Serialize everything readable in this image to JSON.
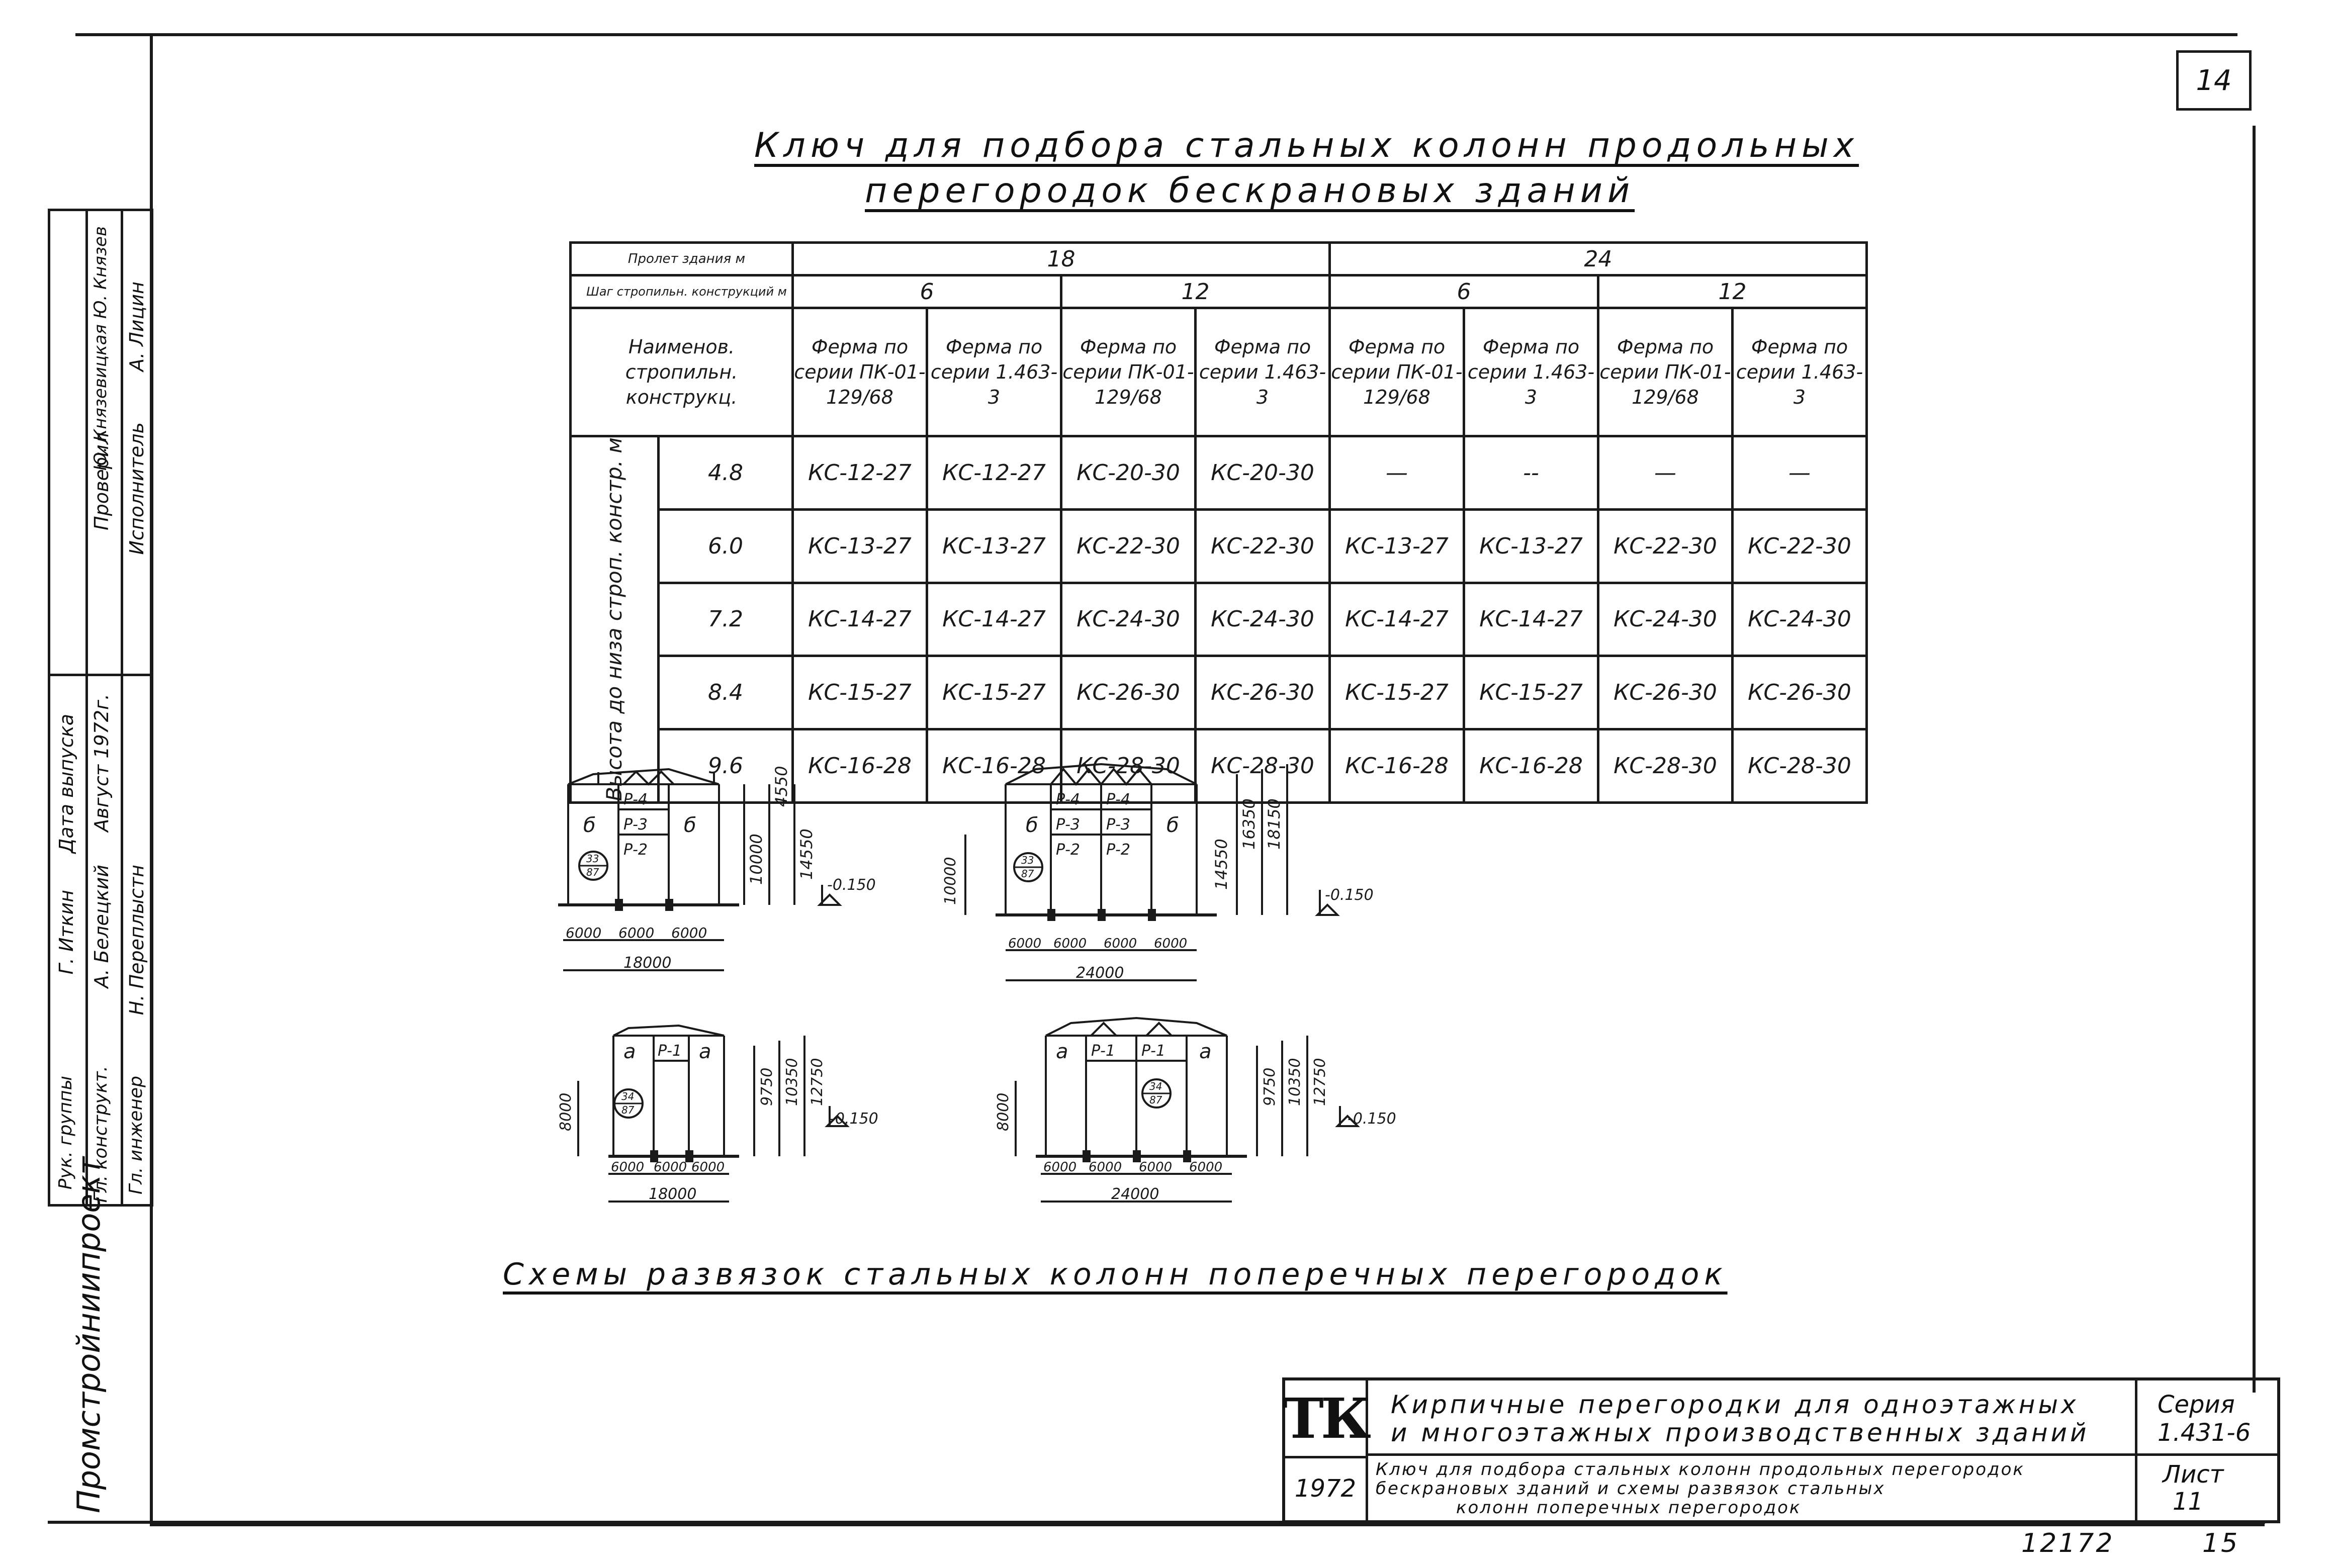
{
  "sheet": {
    "number_top": "14",
    "bottom_number": "12172",
    "bottom_page": "15"
  },
  "title": {
    "line1": "Ключ для подбора стальных колонн продольных",
    "line2": "перегородок бескрановых зданий"
  },
  "table": {
    "h_span_label": "Пролет здания м",
    "h_step_label": "Шаг стропильн. конструкций м",
    "h_name_label": "Наименов. стропильн. конструкц.",
    "h_height_label": "Высота до низа строп. констр. м",
    "span_18": "18",
    "span_24": "24",
    "step_6": "6",
    "step_12": "12",
    "truss_headers": [
      "Ферма по серии ПК-01-129/68",
      "Ферма по серии 1.463-3",
      "Ферма по серии ПК-01-129/68",
      "Ферма по серии 1.463-3",
      "Ферма по серии ПК-01-129/68",
      "Ферма по серии 1.463-3",
      "Ферма по серии ПК-01-129/68",
      "Ферма по серии 1.463-3"
    ],
    "rows": [
      {
        "h": "4.8",
        "c": [
          "КС-12-27",
          "КС-12-27",
          "КС-20-30",
          "КС-20-30",
          "—",
          "--",
          "—",
          "—"
        ]
      },
      {
        "h": "6.0",
        "c": [
          "КС-13-27",
          "КС-13-27",
          "КС-22-30",
          "КС-22-30",
          "КС-13-27",
          "КС-13-27",
          "КС-22-30",
          "КС-22-30"
        ]
      },
      {
        "h": "7.2",
        "c": [
          "КС-14-27",
          "КС-14-27",
          "КС-24-30",
          "КС-24-30",
          "КС-14-27",
          "КС-14-27",
          "КС-24-30",
          "КС-24-30"
        ]
      },
      {
        "h": "8.4",
        "c": [
          "КС-15-27",
          "КС-15-27",
          "КС-26-30",
          "КС-26-30",
          "КС-15-27",
          "КС-15-27",
          "КС-26-30",
          "КС-26-30"
        ]
      },
      {
        "h": "9.6",
        "c": [
          "КС-16-28",
          "КС-16-28",
          "КС-28-30",
          "КС-28-30",
          "КС-16-28",
          "КС-16-28",
          "КС-28-30",
          "КС-28-30"
        ]
      }
    ]
  },
  "schemes": {
    "caption": "Схемы развязок стальных колонн поперечных перегородок",
    "s1": {
      "l1": "б",
      "l2": "б",
      "p_top": "Р-4",
      "p_mid": "Р-3",
      "p_bot": "Р-2",
      "node_t": "33",
      "node_b": "87",
      "h1": "10000",
      "h2": "4550",
      "h3": "14550",
      "mark": "-0.150",
      "d1": "6000",
      "d2": "6000",
      "d3": "6000",
      "total": "18000"
    },
    "s2": {
      "l1": "б",
      "l2": "б",
      "p_top": "Р-4",
      "p_mid": "Р-3",
      "p_bot": "Р-2",
      "p_top2": "Р-4",
      "p_mid2": "Р-3",
      "p_bot2": "Р-2",
      "node_t": "33",
      "node_b": "87",
      "h1": "10000",
      "h2": "14550",
      "h3": "16350",
      "h4": "18150",
      "mark": "-0.150",
      "d1": "6000",
      "d2": "6000",
      "d3": "6000",
      "d4": "6000",
      "total": "24000"
    },
    "s3": {
      "l1": "а",
      "l2": "а",
      "p": "Р-1",
      "node_t": "34",
      "node_b": "87",
      "h1": "8000",
      "h2": "9750",
      "h3": "10350",
      "h4": "12750",
      "mark": "-0.150",
      "d1": "6000",
      "d2": "6000",
      "d3": "6000",
      "total": "18000"
    },
    "s4": {
      "l1": "а",
      "l2": "а",
      "p": "Р-1",
      "p2": "Р-1",
      "node_t": "34",
      "node_b": "87",
      "h1": "8000",
      "h2": "9750",
      "h3": "10350",
      "h4": "12750",
      "mark": "-0.150",
      "d1": "6000",
      "d2": "6000",
      "d3": "6000",
      "d4": "6000",
      "total": "24000"
    }
  },
  "stamp": {
    "logo": "ТК",
    "year": "1972",
    "title1": "Кирпичные перегородки для одноэтажных",
    "title2": "и многоэтажных производственных зданий",
    "sub1": "Ключ для подбора стальных колонн продольных перегородок",
    "sub2": "бескрановых зданий и схемы развязок стальных",
    "sub3": "колонн поперечных перегородок",
    "series_label": "Серия",
    "series_value": "1.431-6",
    "sheet_label": "Лист",
    "sheet_value": "11"
  },
  "sidebar": {
    "org": "Промстройниипроект",
    "rows": [
      {
        "role": "Гл. инженер",
        "name": "Н. Переплыстн"
      },
      {
        "role": "Гл. конструкт.",
        "name": "А. Белецкий"
      },
      {
        "role": "Рук. группы",
        "name": "Г. Иткин"
      },
      {
        "role": "Дата выпуска",
        "name": "Август 1972г."
      },
      {
        "role": "Исполнитель",
        "name": "А. Лицин"
      },
      {
        "role": "Проверил",
        "name": "Ю. Князевицкая Ю. Князев"
      }
    ]
  }
}
